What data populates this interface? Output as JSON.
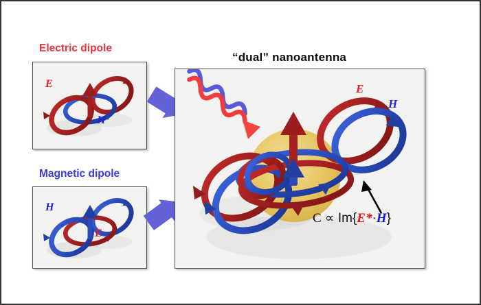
{
  "figure": {
    "main_title": "“dual” nanoantenna"
  },
  "panels": [
    {
      "id": "electric-dipole",
      "title": "Electric dipole",
      "title_color": "#e8323c",
      "labels": [
        {
          "text": "E",
          "color": "#f01a1a"
        },
        {
          "text": "H",
          "color": "#2020e0"
        }
      ]
    },
    {
      "id": "magnetic-dipole",
      "title": "Magnetic dipole",
      "title_color": "#3838d8",
      "labels": [
        {
          "text": "H",
          "color": "#2020e0"
        },
        {
          "text": "E",
          "color": "#f01a1a"
        }
      ]
    }
  ],
  "main_panel": {
    "labels": [
      {
        "text": "E",
        "color": "#f01a1a"
      },
      {
        "text": "H",
        "color": "#2020e0"
      }
    ],
    "formula": {
      "lead": "C",
      "prop": "∝",
      "im": "Im{",
      "e_star": "E*",
      "dot": "·",
      "h": "H",
      "close": "}"
    },
    "sphere_color": "#e8c866",
    "wave": {
      "red": "#f03c3c",
      "blue": "#5a5ad8"
    }
  },
  "arrows": [
    {
      "id": "arrow-electric-to-dual",
      "color": "#6262d6",
      "direction": "down-right"
    },
    {
      "id": "arrow-magnetic-to-dual",
      "color": "#6262d6",
      "direction": "up-right"
    },
    {
      "id": "annotation-pointer",
      "color": "#000000",
      "direction": "up-left"
    }
  ],
  "colors": {
    "e_field_tube": "#b22222",
    "h_field_tube": "#2a4fc4",
    "panel_background": "#f2f2f0",
    "frame": "#333333"
  }
}
